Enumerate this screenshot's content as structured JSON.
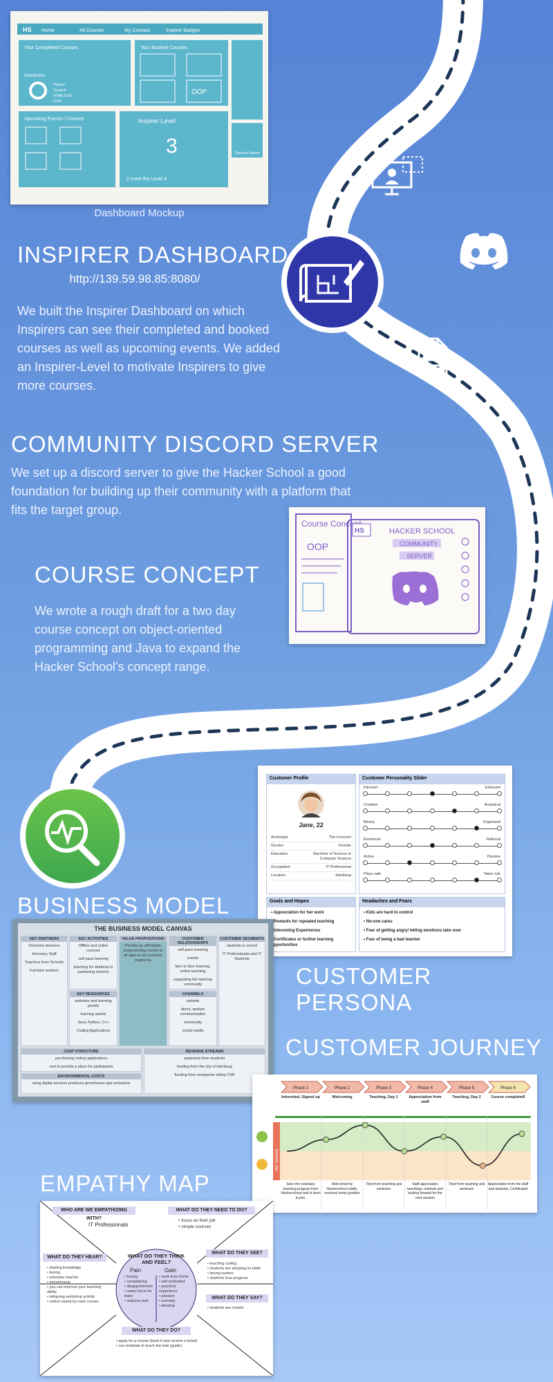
{
  "dashboard": {
    "caption": "Dashboard Mockup",
    "title": "INSPIRER DASHBOARD",
    "url": "http://139.59.98.85:8080/",
    "description": "We built the Inspirer Dashboard on which Inspirers can see their completed and booked courses as well as upcoming events. We added an Inspirer-Level to motivate Inspirers to give more courses.",
    "sketch": {
      "logo": "HS",
      "nav": [
        "Home",
        "All Courses",
        "My Courses",
        "Inspirer Badges"
      ],
      "completed": "Your Completed Courses",
      "booked": "Your Booked Courses",
      "upcoming": "Upcoming Events / Courses",
      "level_title": "Inspirer Level",
      "level_value": "3",
      "level_next": "2 more the Level 4",
      "distribution": "Distribution",
      "python": "Python",
      "scratch": "Scratch",
      "html_css": "HTML/CSS",
      "oop": "OOP",
      "discord": "Discord Server"
    }
  },
  "discord": {
    "title": "COMMUNITY DISCORD SERVER",
    "description": "We set up a discord server to give the Hacker School a good foundation for building up their community with a platform that fits the target group."
  },
  "course": {
    "title": "COURSE CONCEPT",
    "description": "We wrote a rough draft for a two day course concept on object-oriented programming and Java to expand the Hacker School's concept range.",
    "sketch": {
      "course_label": "Course Concept",
      "oop": "OOP",
      "logo": "HS",
      "school": "HACKER SCHOOL",
      "community": "COMMUNITY",
      "server": "SERVER"
    }
  },
  "business": {
    "title": "BUSINESS MODEL",
    "canvas_title": "THE BUSINESS MODEL CANVAS",
    "key_partners": {
      "header": "KEY PARTNERS",
      "items": [
        "Voluntary teachers",
        "Honorary Staff",
        "Teachers from Schools",
        "Full-time workers"
      ]
    },
    "key_activities": {
      "header": "KEY ACTIVITIES",
      "items": [
        "Offline and online courses",
        "self-pace learning",
        "teaching for students in partnering schools"
      ]
    },
    "key_resources": {
      "header": "KEY RESOURCES",
      "items": [
        "websites and learning portals",
        "learning assets",
        "Java, Python, C++",
        "Coding Applications"
      ]
    },
    "value_props": {
      "header": "VALUE PROPOSITIONS",
      "items": [
        "Provide an affordable programming course to all ages to all customer segments"
      ]
    },
    "relationships": {
      "header": "CUSTOMER RELATIONSHIPS",
      "items": [
        "self-pace learning",
        "events",
        "face to face learning, online teaching",
        "expanding the learning community"
      ]
    },
    "channels": {
      "header": "CHANNELS",
      "items": [
        "website",
        "direct, spoken communication",
        "community",
        "social media"
      ]
    },
    "segments": {
      "header": "CUSTOMER SEGMENTS",
      "items": [
        "students in school",
        "IT Professionals and IT Students"
      ]
    },
    "costs": {
      "header": "COST STRUCTURE",
      "items": [
        "purchasing coding applications",
        "rent to provide a place for participants"
      ]
    },
    "env_costs": {
      "header": "ENVIRONMENTAL COSTS",
      "items": [
        "using digital services produces greenhouse gas emissions"
      ]
    },
    "revenue": {
      "header": "REVENUE STREAMS",
      "items": [
        "payments from students",
        "funding from the city of Hamburg",
        "funding from companies doing CSR"
      ]
    }
  },
  "persona": {
    "title": "CUSTOMER PERSONA",
    "profile": {
      "header": "Customer Profile",
      "name": "Jane, 22",
      "rows": [
        {
          "label": "Archetype",
          "value": "The Innocent"
        },
        {
          "label": "Gender",
          "value": "Female"
        },
        {
          "label": "Education",
          "value": "Bachelor of Science in Computer Science"
        },
        {
          "label": "Occupation",
          "value": "IT Professional"
        },
        {
          "label": "Location",
          "value": "Hamburg"
        }
      ]
    },
    "sliders": {
      "header": "Customer Personality Slider",
      "items": [
        {
          "left": "Introvert",
          "right": "Extrovert",
          "level": 0.5
        },
        {
          "left": "Creative",
          "right": "Analytical",
          "level": 0.67
        },
        {
          "left": "Messy",
          "right": "Organized",
          "level": 0.83
        },
        {
          "left": "Emotional",
          "right": "Rational",
          "level": 0.5
        },
        {
          "left": "Active",
          "right": "Passive",
          "level": 0.33
        },
        {
          "left": "Plays safe",
          "right": "Takes risk",
          "level": 0.83
        }
      ]
    },
    "goals": {
      "header": "Goals and Hopes",
      "items": [
        "Appreciation for her work",
        "Rewards for repeated teaching",
        "Interesting Experiences",
        "Certificates or further learning opportunities"
      ]
    },
    "fears": {
      "header": "Headaches and Fears",
      "items": [
        "Kids are hard to control",
        "No-one cares",
        "Fear of getting angry/ letting emotions take over",
        "Fear of being a bad teacher"
      ]
    }
  },
  "journey": {
    "title": "CUSTOMER JOURNEY",
    "side_label": "Her Journey",
    "phases": [
      {
        "phase": "Phase 1",
        "label": "Interested, Signed up",
        "desc": "Sees the voluntary teaching program from Hackerschool and is keen to join."
      },
      {
        "phase": "Phase 2",
        "label": "Welcoming",
        "desc": "Welcomed by Hackerschool staffs, received some goodies"
      },
      {
        "phase": "Phase 3",
        "label": "Teaching, Day 1",
        "desc": "Tired from teaching and seminars"
      },
      {
        "phase": "Phase 4",
        "label": "Appreciation from staff",
        "desc": "Staff appreciates teachings; reminds and looking forward for the next session"
      },
      {
        "phase": "Phase 5",
        "label": "Teaching, Day 2",
        "desc": "Tired from teaching and seminars"
      },
      {
        "phase": "Phase 6",
        "label": "Course completed!",
        "desc": "Appreciation from the staff and students, Certificated"
      }
    ],
    "mood": [
      0.5,
      0.3,
      0.05,
      0.5,
      0.25,
      0.75,
      0.2
    ]
  },
  "empathy": {
    "title": "EMPATHY MAP",
    "who": {
      "header": "WHO ARE WE EMPATHIZING WITH?",
      "value": "IT Professionals"
    },
    "need": {
      "header": "WHAT DO THEY NEED TO DO?",
      "items": [
        "focus on their job",
        "simple courses"
      ]
    },
    "think": {
      "header": "WHAT DO THEY THINK AND FEEL?",
      "pain": "Pain",
      "gain": "Gain",
      "pain_items": [
        "boring",
        "complaining",
        "disappointment",
        "naive/ force for learn",
        "arduous task"
      ],
      "gain_items": [
        "work from home",
        "self motivated",
        "practical experience",
        "passion",
        "curiosity",
        "develop"
      ]
    },
    "hear": {
      "header": "WHAT DO THEY HEAR?",
      "items": [
        "sharing knowledge",
        "boring",
        "voluntary teacher",
        "monotonous",
        "you can improve your teaching ability",
        "intriguing workshop activity",
        "collect stamp by each course"
      ]
    },
    "see": {
      "header": "WHAT DO THEY SEE?",
      "items": [
        "teaching coding",
        "students are sleeping on table",
        "boring system",
        "students lose progress"
      ]
    },
    "say": {
      "header": "WHAT DO THEY SAY?",
      "items": [
        "students are chaotic"
      ]
    },
    "do": {
      "header": "WHAT DO THEY DO?",
      "items": [
        "apply for a course (book it and receive a ticket)",
        "use template to teach the kids (guide)"
      ]
    }
  },
  "icons": [
    "blueprint-icon",
    "analytics-icon",
    "presentation-icon",
    "discord-icon",
    "document-icon"
  ],
  "colors": {
    "road": "#ffffff",
    "dash": "#1d3556",
    "blueprint_bg": "#2f36a8",
    "analytics_bg": "#55b84a",
    "canvas_teal": "#8fbcc4",
    "persona_header": "#c6d4ee"
  }
}
